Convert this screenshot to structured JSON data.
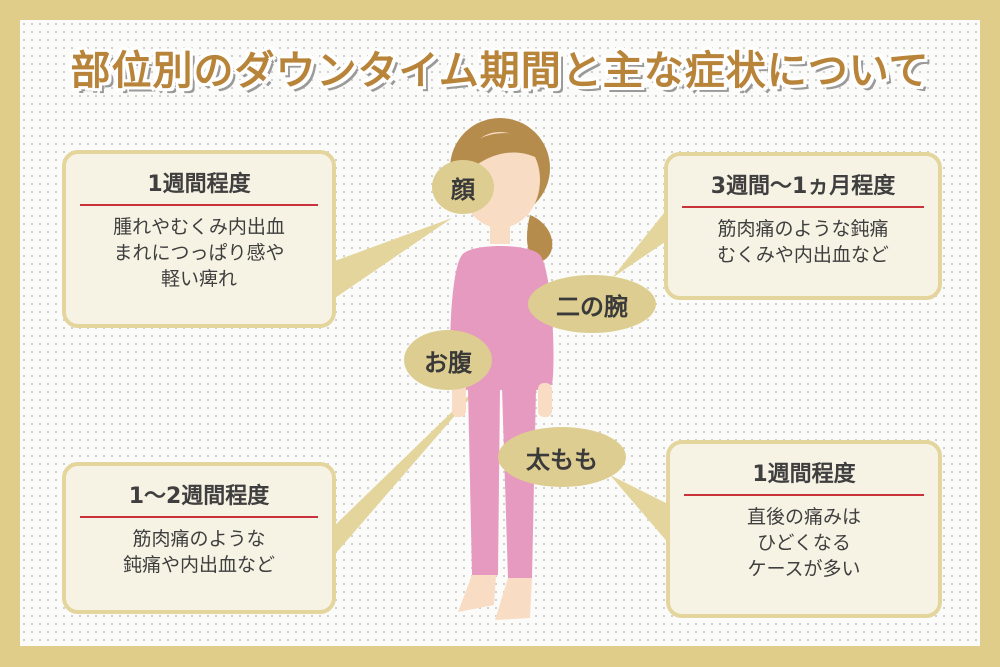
{
  "title": "部位別のダウンタイム期間と主な症状について",
  "colors": {
    "frame": "#e0cd8a",
    "title": "#b8843a",
    "box_bg": "#f7f3e4",
    "box_border": "#e3d59c",
    "rule": "#c8323a",
    "label_bg": "#ddcd90",
    "clothing": "#e79ac0",
    "skin": "#f9dcc4",
    "hair": "#b58c4c"
  },
  "labels": {
    "face": "顔",
    "upper_arm": "二の腕",
    "abdomen": "お腹",
    "thigh": "太もも"
  },
  "boxes": {
    "face": {
      "period": "1週間程度",
      "symptoms": [
        "腫れやむくみ内出血",
        "まれにつっぱり感や",
        "軽い痺れ"
      ]
    },
    "upper_arm": {
      "period": "3週間〜1ヵ月程度",
      "symptoms": [
        "筋肉痛のような鈍痛",
        "むくみや内出血など"
      ]
    },
    "abdomen": {
      "period": "1〜2週間程度",
      "symptoms": [
        "筋肉痛のような",
        "鈍痛や内出血など"
      ]
    },
    "thigh": {
      "period": "1週間程度",
      "symptoms": [
        "直後の痛みは",
        "ひどくなる",
        "ケースが多い"
      ]
    }
  }
}
